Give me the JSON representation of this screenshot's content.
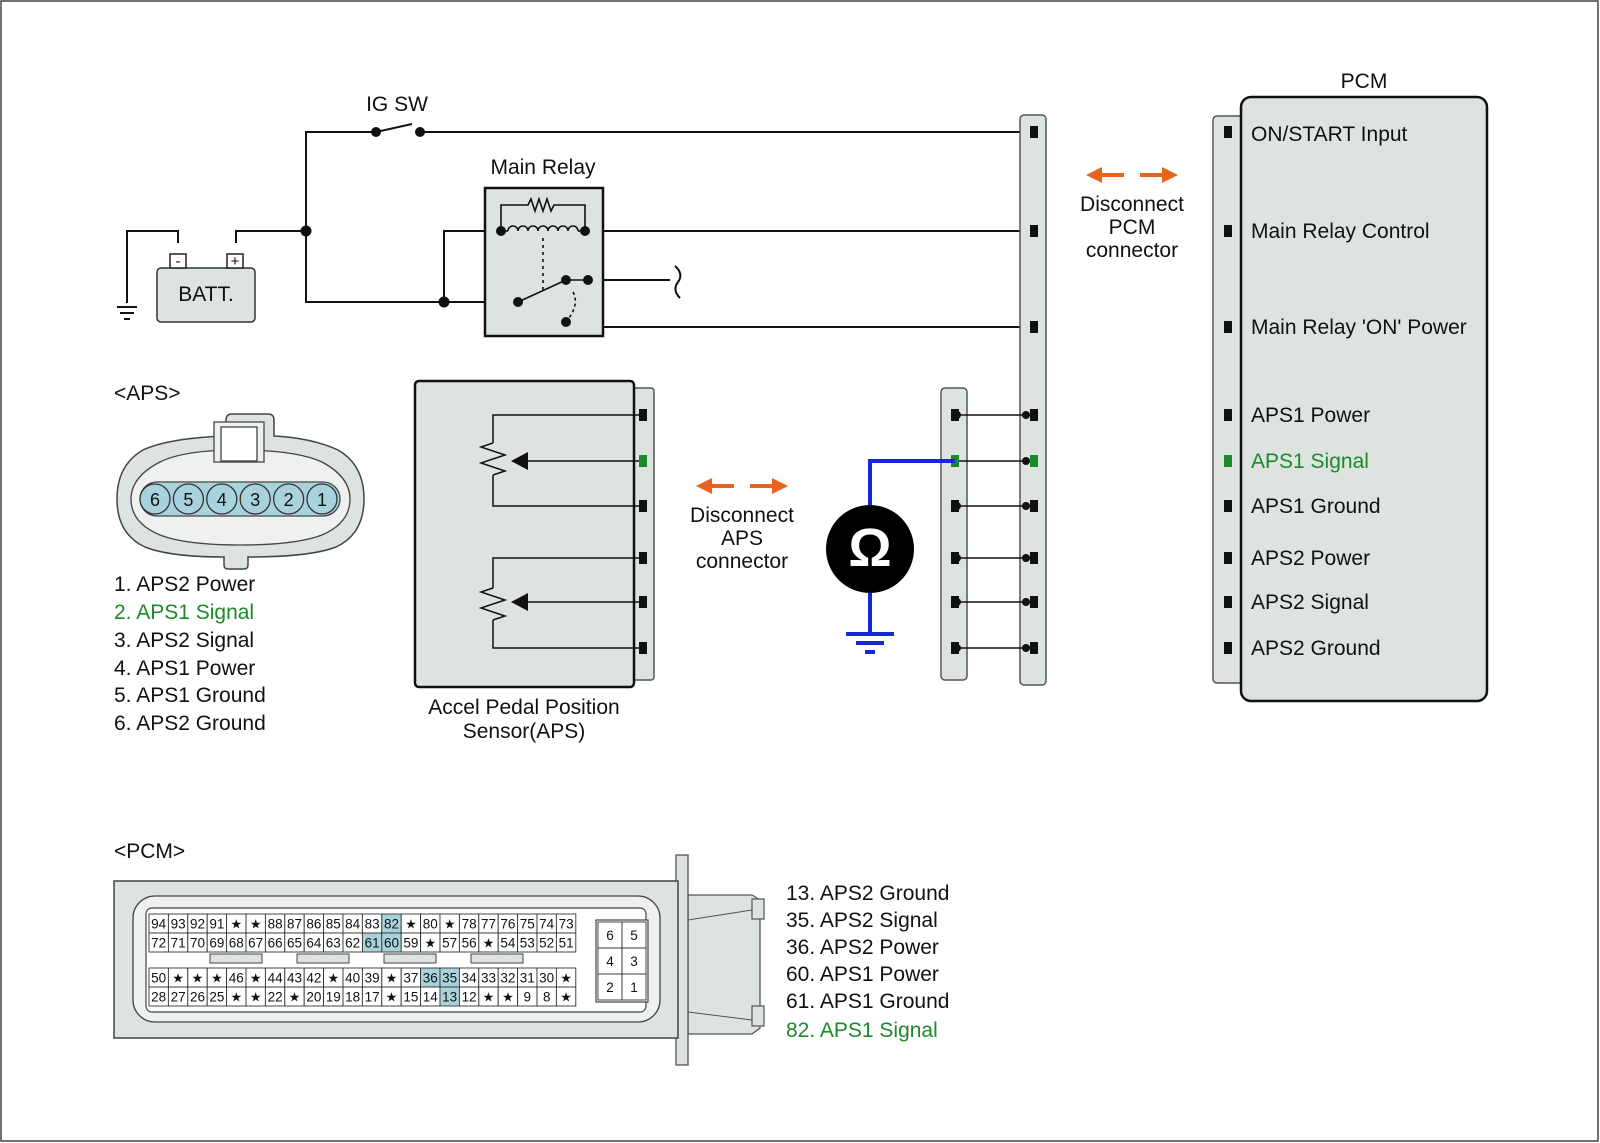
{
  "colors": {
    "signal_green": "#1b8a2a",
    "probe_blue": "#1428d6",
    "arrow_orange": "#e8641c",
    "highlight_cell": "#a9d3dc",
    "pin_fill": "#a9d3dc",
    "connector_fill": "#dde3df"
  },
  "ig_switch": {
    "label": "IG SW"
  },
  "battery": {
    "label": "BATT.",
    "neg": "-",
    "pos": "+"
  },
  "main_relay": {
    "label": "Main Relay"
  },
  "pcm": {
    "title": "PCM",
    "terminals": [
      {
        "label": "ON/START Input",
        "highlight": false
      },
      {
        "label": "Main Relay Control",
        "highlight": false
      },
      {
        "label": "Main Relay 'ON' Power",
        "highlight": false
      },
      {
        "label": "APS1 Power",
        "highlight": false
      },
      {
        "label": "APS1 Signal",
        "highlight": true
      },
      {
        "label": "APS1 Ground",
        "highlight": false
      },
      {
        "label": "APS2 Power",
        "highlight": false
      },
      {
        "label": "APS2 Signal",
        "highlight": false
      },
      {
        "label": "APS2 Ground",
        "highlight": false
      }
    ]
  },
  "disconnect_pcm": {
    "line1": "Disconnect",
    "line2": "PCM",
    "line3": "connector"
  },
  "disconnect_aps": {
    "line1": "Disconnect",
    "line2": "APS",
    "line3": "connector"
  },
  "ohmmeter": {
    "symbol": "Ω",
    "icon": "ohmmeter-icon"
  },
  "aps_sensor": {
    "line1": "Accel Pedal Position",
    "line2": "Sensor(APS)"
  },
  "aps_connector": {
    "title": "<APS>",
    "pins": [
      "6",
      "5",
      "4",
      "3",
      "2",
      "1"
    ],
    "legend": [
      {
        "text": "1. APS2 Power",
        "highlight": false
      },
      {
        "text": "2. APS1 Signal",
        "highlight": true
      },
      {
        "text": "3. APS2 Signal",
        "highlight": false
      },
      {
        "text": "4. APS1 Power",
        "highlight": false
      },
      {
        "text": "5. APS1 Ground",
        "highlight": false
      },
      {
        "text": "6. APS2 Ground",
        "highlight": false
      }
    ]
  },
  "pcm_connector": {
    "title": "<PCM>",
    "rows": [
      [
        "94",
        "93",
        "92",
        "91",
        "★",
        "★",
        "88",
        "87",
        "86",
        "85",
        "84",
        "83",
        "82",
        "★",
        "80",
        "★",
        "78",
        "77",
        "76",
        "75",
        "74",
        "73"
      ],
      [
        "72",
        "71",
        "70",
        "69",
        "68",
        "67",
        "66",
        "65",
        "64",
        "63",
        "62",
        "61",
        "60",
        "59",
        "★",
        "57",
        "56",
        "★",
        "54",
        "53",
        "52",
        "51"
      ],
      [
        "50",
        "★",
        "★",
        "★",
        "46",
        "★",
        "44",
        "43",
        "42",
        "★",
        "40",
        "39",
        "★",
        "37",
        "36",
        "35",
        "34",
        "33",
        "32",
        "31",
        "30",
        "★"
      ],
      [
        "28",
        "27",
        "26",
        "25",
        "★",
        "★",
        "22",
        "★",
        "20",
        "19",
        "18",
        "17",
        "★",
        "15",
        "14",
        "13",
        "12",
        "★",
        "★",
        "9",
        "8",
        "★"
      ]
    ],
    "highlighted": [
      "82",
      "61",
      "60",
      "36",
      "35",
      "13"
    ],
    "small_block": [
      [
        "6",
        "5"
      ],
      [
        "4",
        "3"
      ],
      [
        "2",
        "1"
      ]
    ],
    "legend": [
      {
        "text": "13. APS2 Ground",
        "highlight": false
      },
      {
        "text": "35. APS2 Signal",
        "highlight": false
      },
      {
        "text": "36. APS2 Power",
        "highlight": false
      },
      {
        "text": "60. APS1 Power",
        "highlight": false
      },
      {
        "text": "61. APS1 Ground",
        "highlight": false
      },
      {
        "text": "82. APS1 Signal",
        "highlight": true
      }
    ]
  }
}
